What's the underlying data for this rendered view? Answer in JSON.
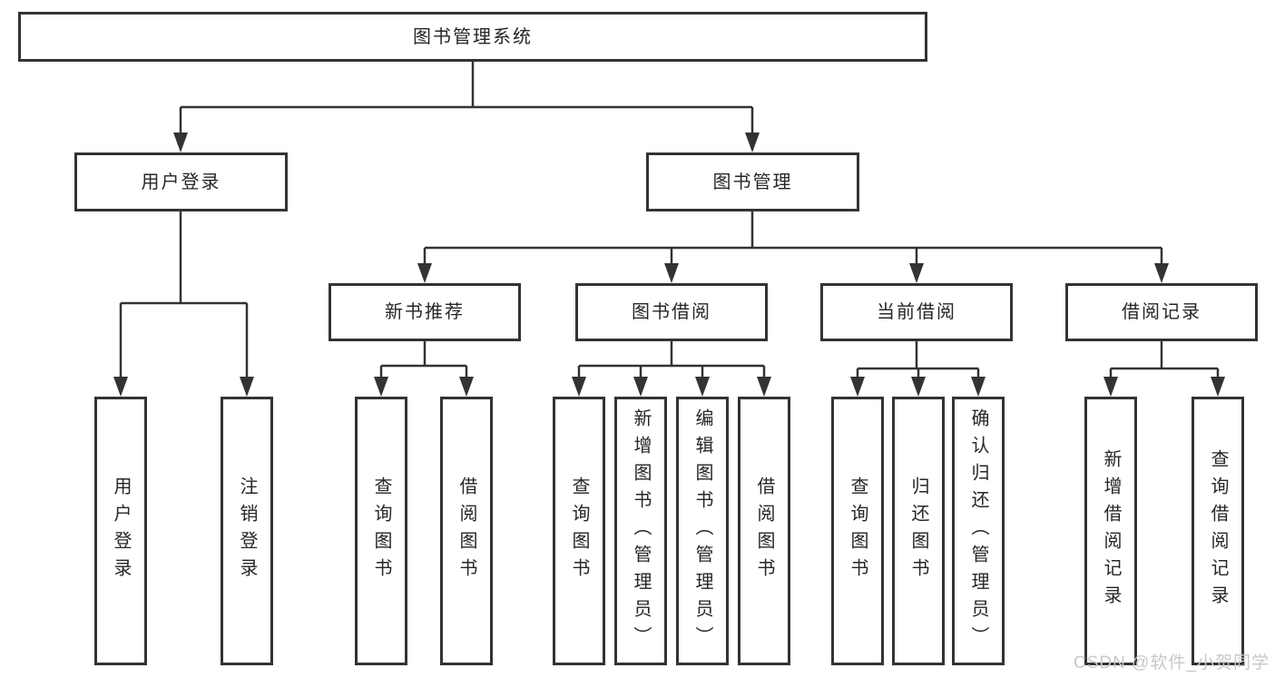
{
  "diagram": {
    "title": {
      "label": "图书管理系统"
    },
    "level2": [
      {
        "label": "用户登录"
      },
      {
        "label": "图书管理"
      }
    ],
    "level3": [
      {
        "label": "新书推荐"
      },
      {
        "label": "图书借阅"
      },
      {
        "label": "当前借阅"
      },
      {
        "label": "借阅记录"
      }
    ],
    "leaves": {
      "user_login": [
        {
          "label": "用户登录"
        },
        {
          "label": "注销登录"
        }
      ],
      "new_book_recommend": [
        {
          "label": "查询图书"
        },
        {
          "label": "借阅图书"
        }
      ],
      "book_borrow": [
        {
          "label": "查询图书"
        },
        {
          "label": "新增图书（管理员）"
        },
        {
          "label": "编辑图书（管理员）"
        },
        {
          "label": "借阅图书"
        }
      ],
      "current_borrow": [
        {
          "label": "查询图书"
        },
        {
          "label": "归还图书"
        },
        {
          "label": "确认归还（管理员）"
        }
      ],
      "borrow_records": [
        {
          "label": "新增借阅记录"
        },
        {
          "label": "查询借阅记录"
        }
      ]
    },
    "watermark": "CSDN @软件_小贺同学",
    "colors": {
      "line": "#333333",
      "box_border": "#333333",
      "text": "#262626",
      "watermark": "#c8c8c8",
      "background": "#ffffff"
    }
  }
}
